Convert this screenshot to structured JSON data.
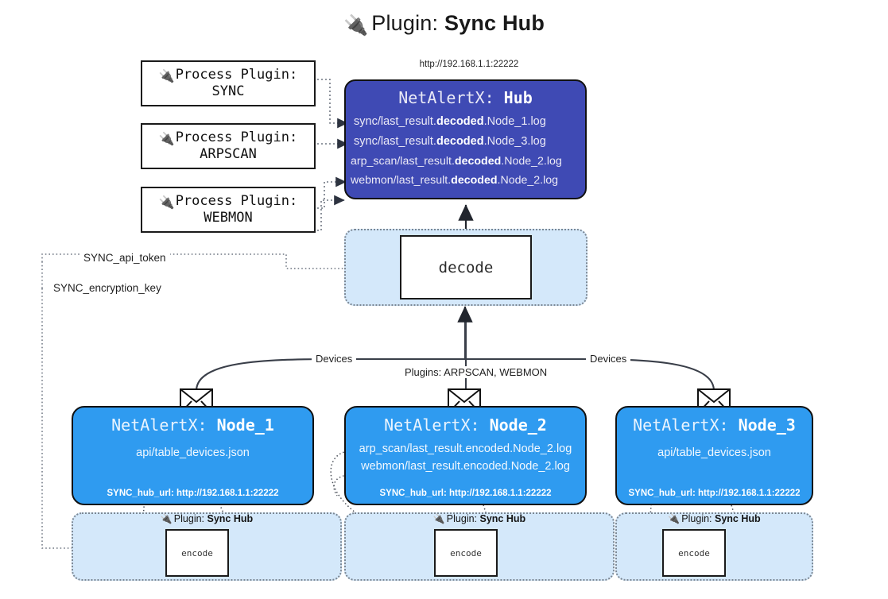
{
  "title": {
    "icon": "plug-icon",
    "prefix": "Plugin: ",
    "name": "Sync Hub"
  },
  "hub": {
    "url": "http://192.168.1.1:22222",
    "title_prefix": "NetAlertX: ",
    "title_name": "Hub",
    "rows": [
      {
        "pre": "sync/last_result.",
        "mid": "decoded",
        "post": ".Node_1.log"
      },
      {
        "pre": "sync/last_result.",
        "mid": "decoded",
        "post": ".Node_3.log"
      },
      {
        "pre": "arp_scan/last_result.",
        "mid": "decoded",
        "post": ".Node_2.log"
      },
      {
        "pre": "webmon/last_result.",
        "mid": "decoded",
        "post": ".Node_2.log"
      }
    ]
  },
  "process_plugins": [
    {
      "icon": "plug-icon",
      "label": "Process Plugin:",
      "name": "SYNC"
    },
    {
      "icon": "plug-icon",
      "label": "Process Plugin:",
      "name": "ARPSCAN"
    },
    {
      "icon": "plug-icon",
      "label": "Process Plugin:",
      "name": "WEBMON"
    }
  ],
  "decode": {
    "label": "decode"
  },
  "tokens": {
    "api_token": "SYNC_api_token",
    "encryption_key": "SYNC_encryption_key"
  },
  "edge_labels": {
    "devices_left": "Devices",
    "devices_right": "Devices",
    "plugins": "Plugins: ARPSCAN, WEBMON"
  },
  "nodes": [
    {
      "title_prefix": "NetAlertX: ",
      "title_name": "Node_1",
      "lines": [
        "api/table_devices.json"
      ],
      "footer": "SYNC_hub_url: http://192.168.1.1:22222",
      "envelope_icon": "envelope-icon"
    },
    {
      "title_prefix": "NetAlertX: ",
      "title_name": "Node_2",
      "lines": [
        "arp_scan/last_result.encoded.Node_2.log",
        "webmon/last_result.encoded.Node_2.log"
      ],
      "footer": "SYNC_hub_url: http://192.168.1.1:22222",
      "envelope_icon": "envelope-icon"
    },
    {
      "title_prefix": "NetAlertX: ",
      "title_name": "Node_3",
      "lines": [
        "api/table_devices.json"
      ],
      "footer": "SYNC_hub_url: http://192.168.1.1:22222",
      "envelope_icon": "envelope-icon"
    }
  ],
  "sync_hub_blocks": [
    {
      "icon": "plug-icon",
      "label_prefix": "Plugin: ",
      "label_name": "Sync Hub",
      "encode": "encode"
    },
    {
      "icon": "plug-icon",
      "label_prefix": "Plugin: ",
      "label_name": "Sync Hub",
      "encode": "encode"
    },
    {
      "icon": "plug-icon",
      "label_prefix": "Plugin: ",
      "label_name": "Sync Hub",
      "encode": "encode"
    }
  ],
  "colors": {
    "hub_fill": "#3f4ab4",
    "node_fill": "#2f9bf0",
    "container_fill": "#d4e8fa",
    "stroke": "#1a1a1a",
    "dotted_stroke": "#7b8794"
  }
}
